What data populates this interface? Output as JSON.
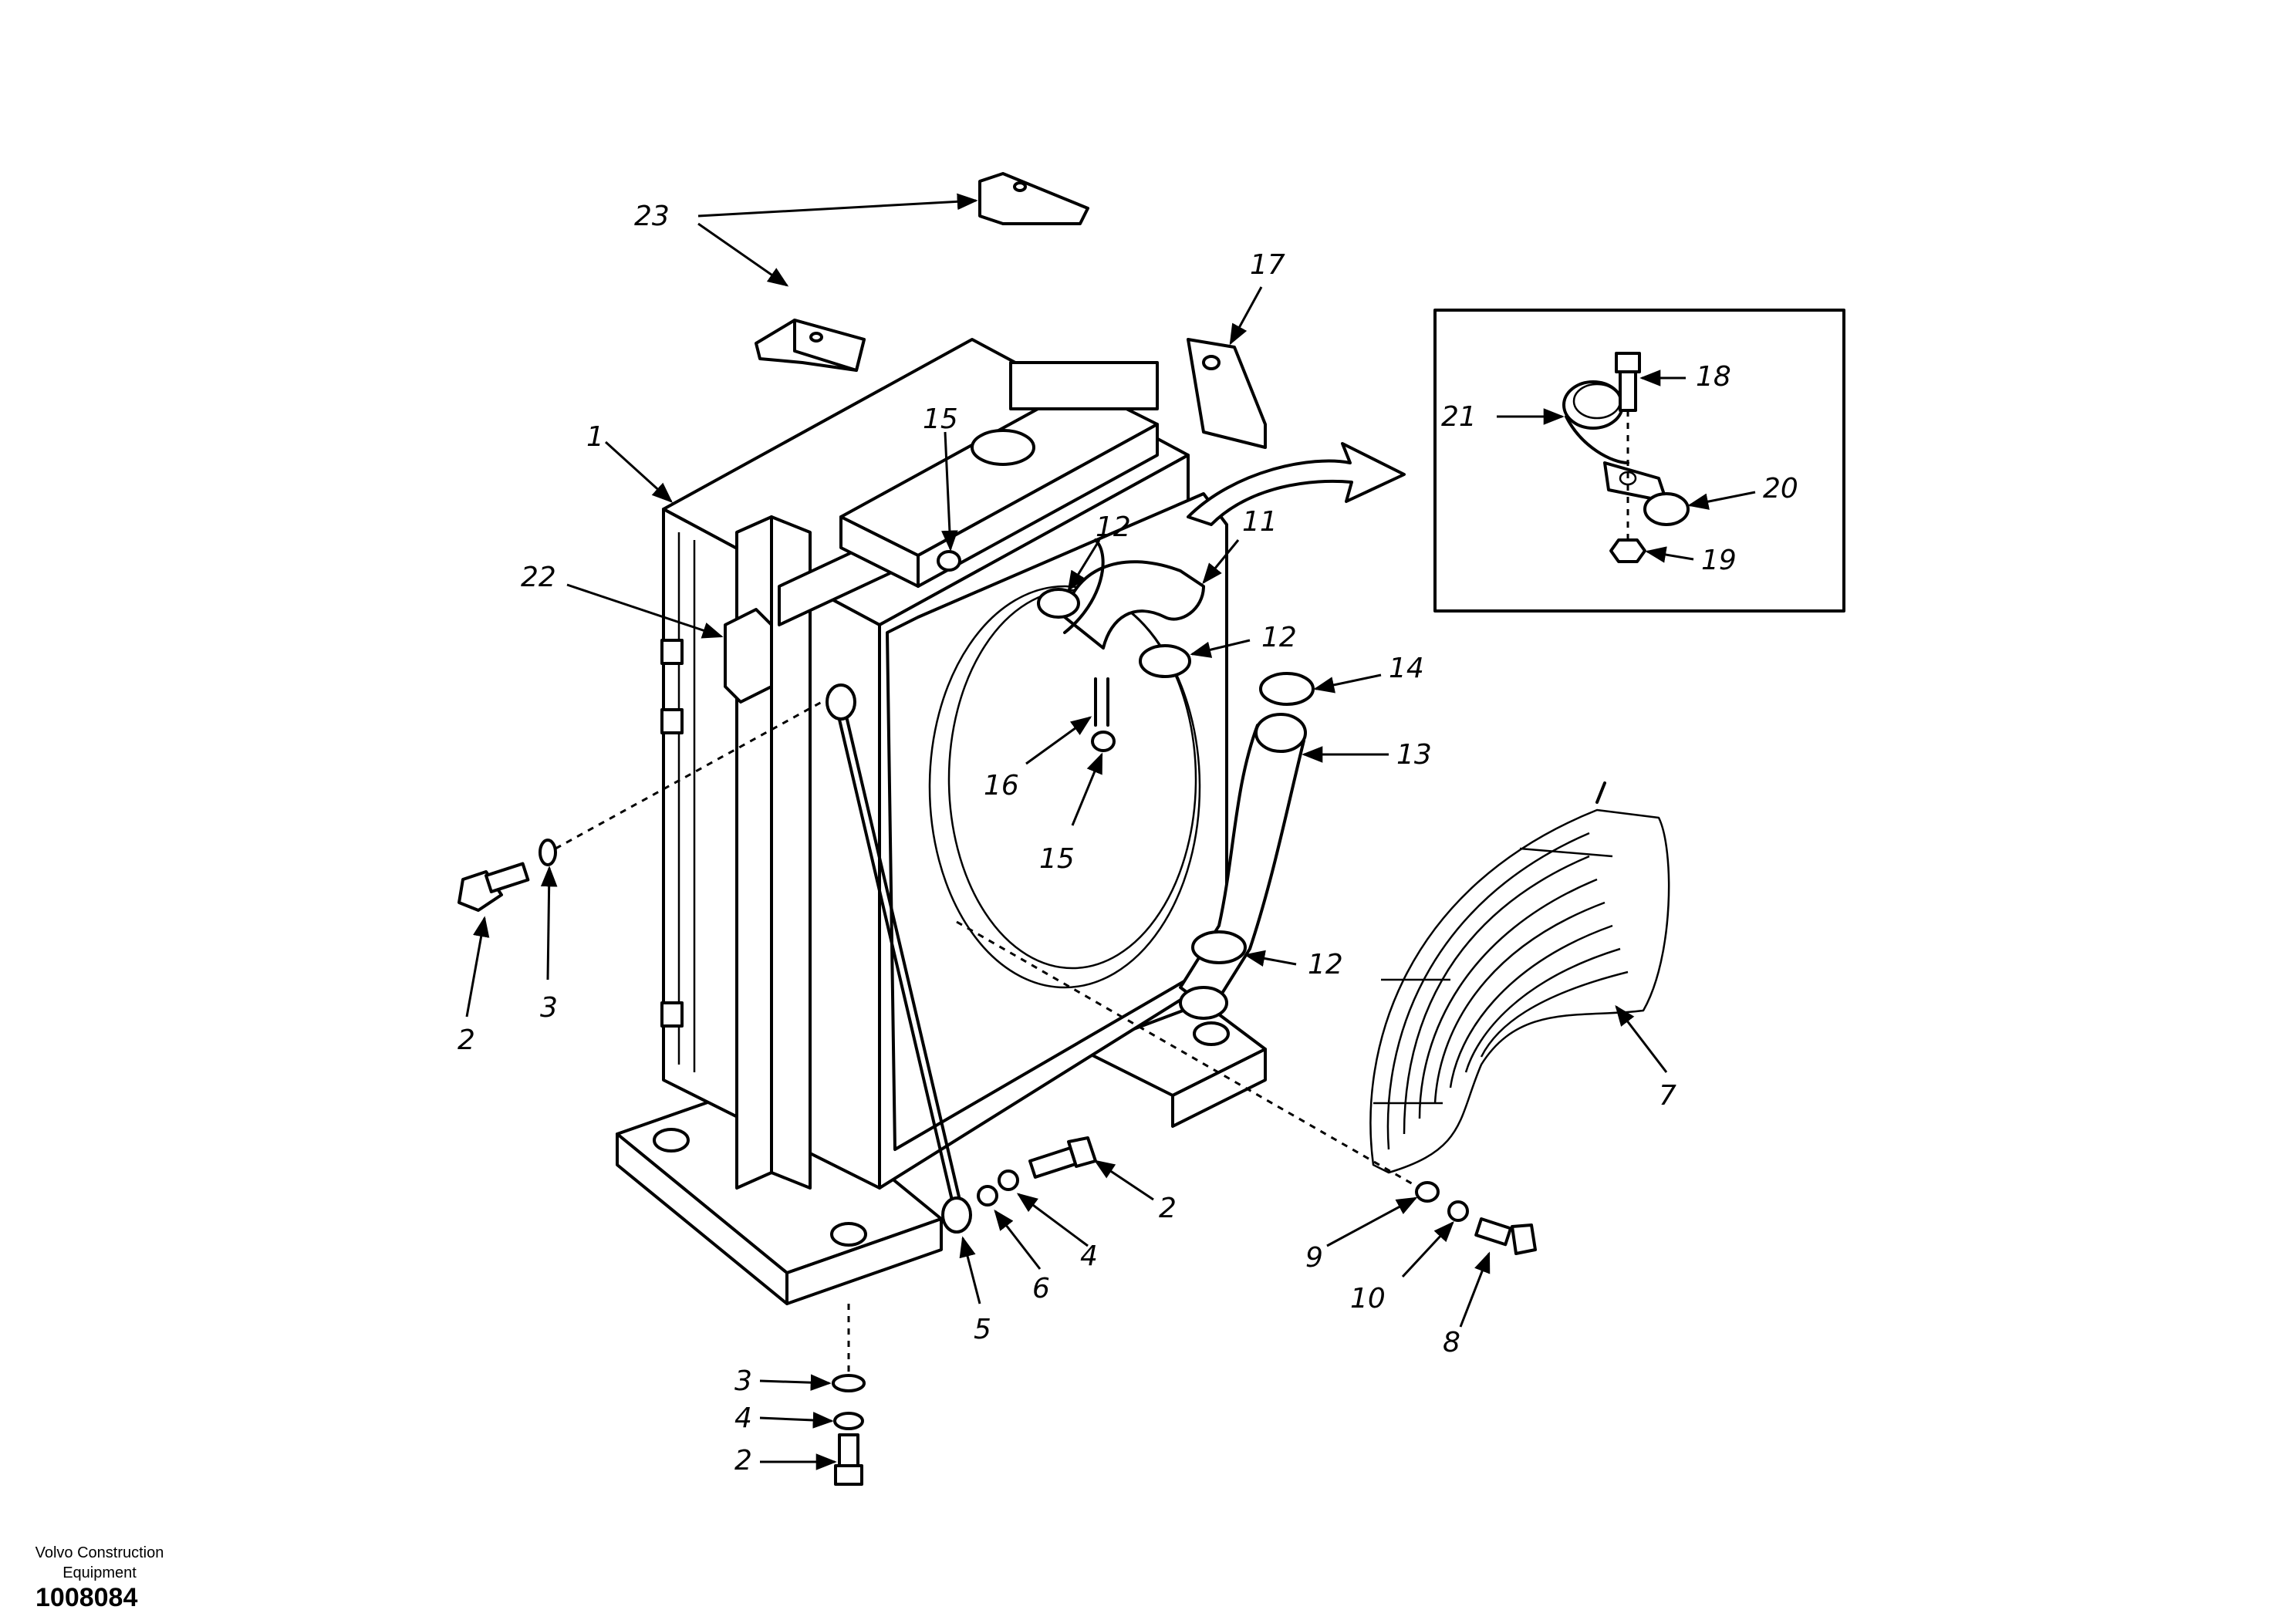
{
  "footer": {
    "brand_line1": "Volvo Construction",
    "brand_line2": "Equipment",
    "drawing_number": "1008084"
  },
  "callouts": {
    "c23": "23",
    "c17": "17",
    "c1": "1",
    "c15a": "15",
    "c22": "22",
    "c12a": "12",
    "c11": "11",
    "c12b": "12",
    "c14": "14",
    "c13": "13",
    "c16": "16",
    "c15b": "15",
    "c2a": "2",
    "c3a": "3",
    "c12c": "12",
    "c7": "7",
    "c2b": "2",
    "c4a": "4",
    "c6": "6",
    "c5": "5",
    "c9": "9",
    "c10": "10",
    "c8": "8",
    "c3b": "3",
    "c4b": "4",
    "c2c": "2",
    "c18": "18",
    "c21": "21",
    "c20": "20",
    "c19": "19"
  }
}
